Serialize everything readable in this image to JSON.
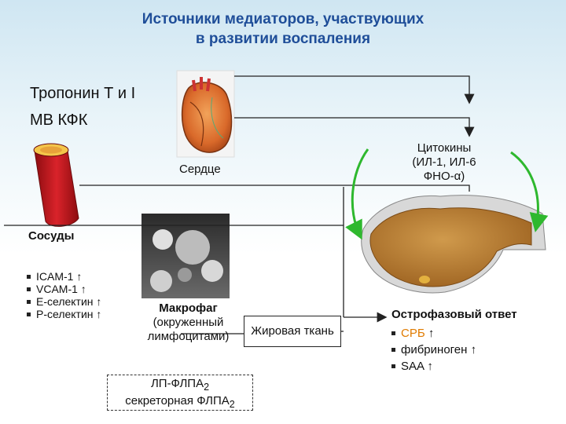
{
  "title": {
    "line1": "Источники медиаторов, участвующих",
    "line2": "в развитии воспаления"
  },
  "troponin": {
    "line1": "Тропонин Т и I",
    "line2": "МВ КФК"
  },
  "heart": {
    "label": "Сердце"
  },
  "vessels": {
    "label": "Сосуды",
    "items": [
      {
        "text": "ICAM-1",
        "arrow": "↑"
      },
      {
        "text": "VCAM-1",
        "arrow": "↑"
      },
      {
        "text": "Е-селектин",
        "arrow": "↑"
      },
      {
        "text": "Р-селектин",
        "arrow": "↑"
      }
    ]
  },
  "macrophage": {
    "line1": "Макрофаг",
    "line2": "(окруженный",
    "line3": "лимфоцитами)"
  },
  "adipose": {
    "label": "Жировая ткань"
  },
  "lp_pla2": {
    "line1": "ЛП-ФЛПА",
    "sub1": "2",
    "line2": "секреторная ФЛПА",
    "sub2": "2"
  },
  "cytokines": {
    "line1": "Цитокины",
    "line2": "(ИЛ-1, ИЛ-6",
    "line3": "ФНО-",
    "alpha": "α",
    "line3_end": ")"
  },
  "acute_phase": {
    "title": "Острофазовый ответ",
    "items": [
      {
        "text": "СРБ",
        "arrow": "↑",
        "color": "#e07b00"
      },
      {
        "text": "фибриноген",
        "arrow": "↑",
        "color": "#111111"
      },
      {
        "text": "SAA",
        "arrow": "↑",
        "color": "#111111"
      }
    ]
  },
  "colors": {
    "title": "#1f4e99",
    "arrow_green": "#2eb82e",
    "vessel_red": "#c0161b",
    "liver": "#b8792d"
  }
}
